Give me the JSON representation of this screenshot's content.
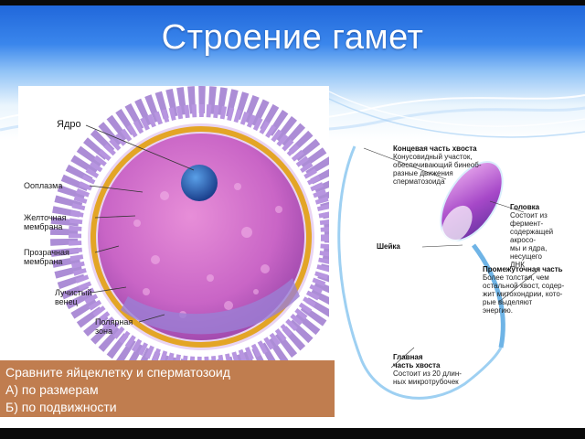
{
  "slide": {
    "title": "Строение гамет"
  },
  "egg": {
    "labels": {
      "nucleus": "Ядро",
      "ooplasm": "Ооплазма",
      "yolk_membrane_1": "Желточная",
      "yolk_membrane_2": "мембрана",
      "clear_membrane_1": "Прозрачная",
      "clear_membrane_2": "мембрана",
      "radiant_crown_1": "Лучистый",
      "radiant_crown_2": "венец",
      "polar_body_1": "Полярная",
      "polar_body_2": "зона"
    }
  },
  "sperm": {
    "end_tail_title": "Концевая часть хвоста",
    "end_tail_desc": [
      "Конусовидный участок,",
      "обеспечивающий бинеоб-",
      "разные движения",
      "сперматозоида"
    ],
    "head_title": "Головка",
    "head_desc": [
      "Состоит из фермент-",
      "содержащей акросо-",
      "мы и ядра, несущего",
      "ДНК"
    ],
    "neck_title": "Шейка",
    "middle_title": "Промежуточная часть",
    "middle_desc": [
      "Более толстая, чем",
      "остальной хвост, содер-",
      "жит митохондрии, кото-",
      "рые выделяют",
      "энергию."
    ],
    "main_title": [
      "Главная",
      "часть хвоста"
    ],
    "main_desc": [
      "Состоит из 20 длин-",
      "ных микротрубочек"
    ]
  },
  "caption": {
    "line1": "Сравните яйцеклетку и сперматозоид",
    "line2": "А) по размерам",
    "line3": "Б) по подвижности"
  }
}
